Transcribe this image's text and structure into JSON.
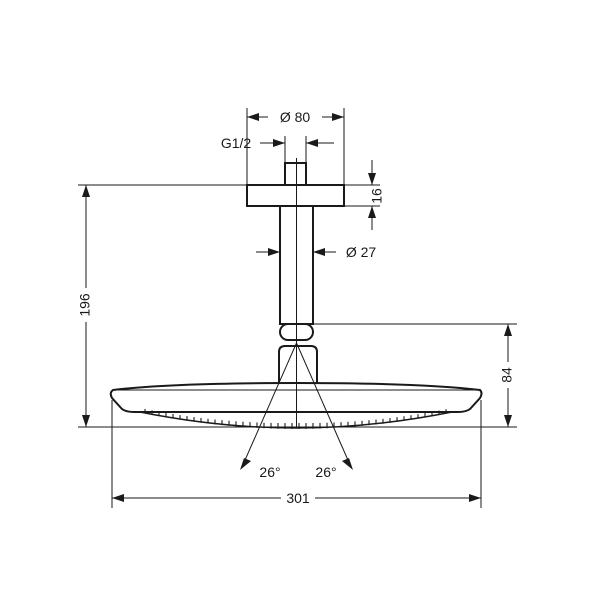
{
  "drawing": {
    "product": "overhead shower with ceiling connector",
    "dimensions": {
      "flange_diameter": "Ø 80",
      "thread": "G1/2",
      "flange_height": "16",
      "pipe_diameter": "Ø 27",
      "total_height": "196",
      "head_height": "84",
      "head_width": "301",
      "swivel_left": "26°",
      "swivel_right": "26°"
    }
  }
}
